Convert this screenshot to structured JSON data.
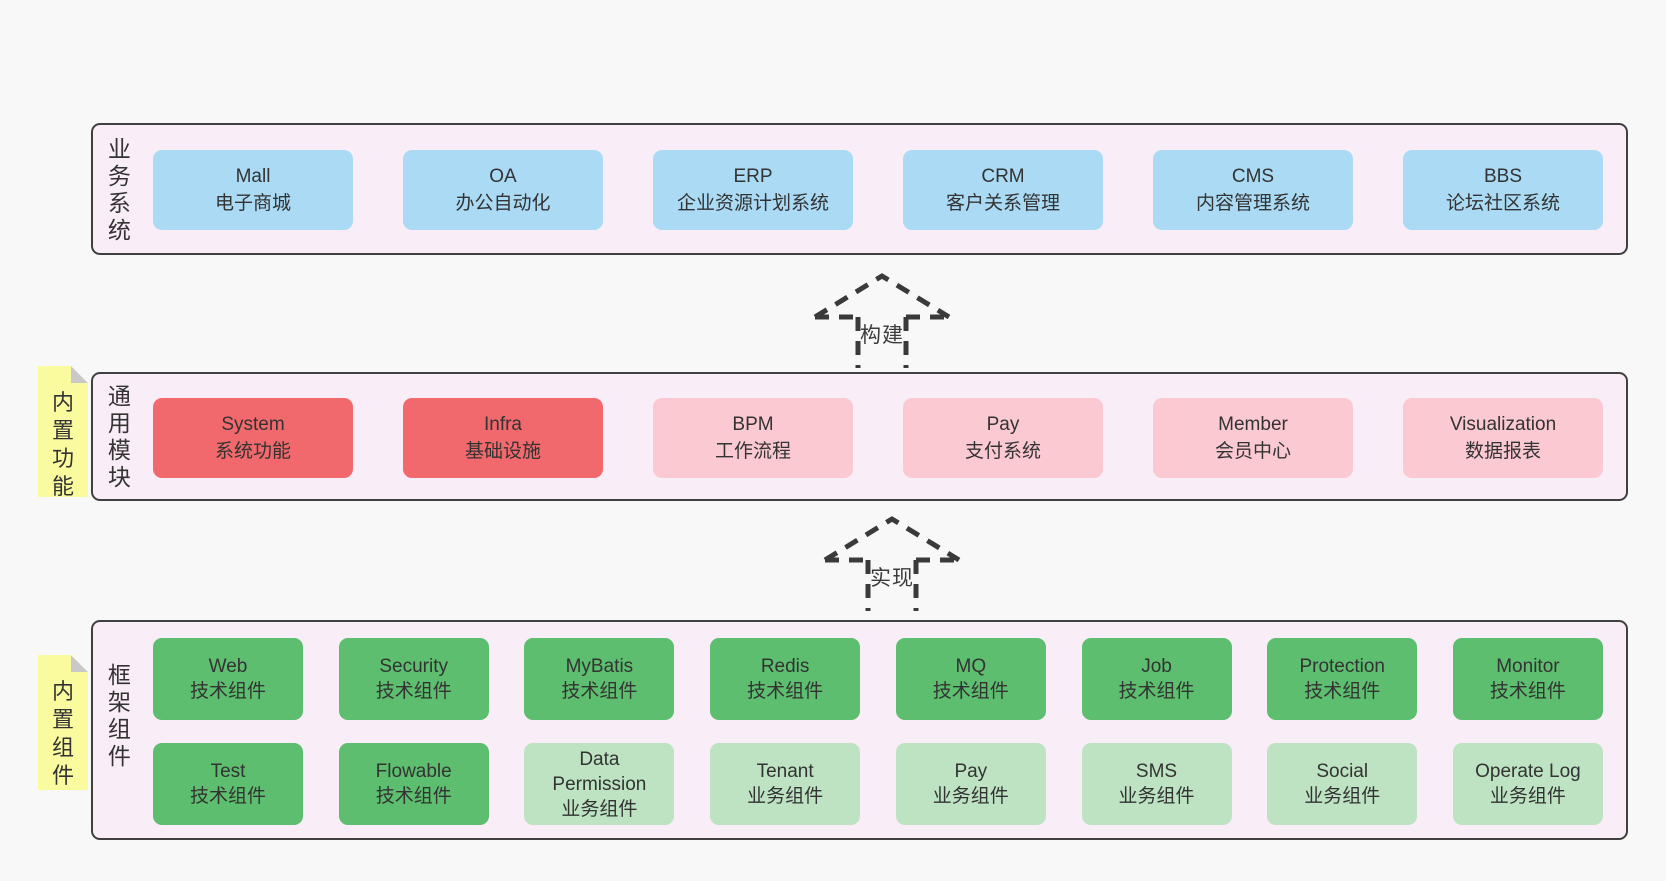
{
  "colors": {
    "page_background": "#f8f8f8",
    "band_background": "#f9edf7",
    "band_border": "#404040",
    "business_system_box": "#aadaf4",
    "core_module_box": "#f1696c",
    "optional_module_box": "#fbc9d2",
    "tech_component_box": "#5cbe6e",
    "biz_component_box": "#bde3c2",
    "sticky_note": "#fafa9e",
    "sticky_fold": "#c9c9c9",
    "text": "#333333"
  },
  "arrows": [
    {
      "label": "构建"
    },
    {
      "label": "实现"
    }
  ],
  "bands": [
    {
      "label": "业务系统",
      "boxes": [
        {
          "title": "Mall",
          "subtitle": "电子商城"
        },
        {
          "title": "OA",
          "subtitle": "办公自动化"
        },
        {
          "title": "ERP",
          "subtitle": "企业资源计划系统"
        },
        {
          "title": "CRM",
          "subtitle": "客户关系管理"
        },
        {
          "title": "CMS",
          "subtitle": "内容管理系统"
        },
        {
          "title": "BBS",
          "subtitle": "论坛社区系统"
        }
      ]
    },
    {
      "label": "通用模块",
      "sticky": "内置功能",
      "boxes": [
        {
          "title": "System",
          "subtitle": "系统功能"
        },
        {
          "title": "Infra",
          "subtitle": "基础设施"
        },
        {
          "title": "BPM",
          "subtitle": "工作流程"
        },
        {
          "title": "Pay",
          "subtitle": "支付系统"
        },
        {
          "title": "Member",
          "subtitle": "会员中心"
        },
        {
          "title": "Visualization",
          "subtitle": "数据报表"
        }
      ]
    },
    {
      "label": "框架组件",
      "sticky": "内置组件",
      "rows": [
        [
          {
            "title": "Web",
            "subtitle": "技术组件"
          },
          {
            "title": "Security",
            "subtitle": "技术组件"
          },
          {
            "title": "MyBatis",
            "subtitle": "技术组件"
          },
          {
            "title": "Redis",
            "subtitle": "技术组件"
          },
          {
            "title": "MQ",
            "subtitle": "技术组件"
          },
          {
            "title": "Job",
            "subtitle": "技术组件"
          },
          {
            "title": "Protection",
            "subtitle": "技术组件"
          },
          {
            "title": "Monitor",
            "subtitle": "技术组件"
          }
        ],
        [
          {
            "title": "Test",
            "subtitle": "技术组件"
          },
          {
            "title": "Flowable",
            "subtitle": "技术组件"
          },
          {
            "title": "Data Permission",
            "subtitle": "业务组件"
          },
          {
            "title": "Tenant",
            "subtitle": "业务组件"
          },
          {
            "title": "Pay",
            "subtitle": "业务组件"
          },
          {
            "title": "SMS",
            "subtitle": "业务组件"
          },
          {
            "title": "Social",
            "subtitle": "业务组件"
          },
          {
            "title": "Operate Log",
            "subtitle": "业务组件"
          }
        ]
      ]
    }
  ]
}
